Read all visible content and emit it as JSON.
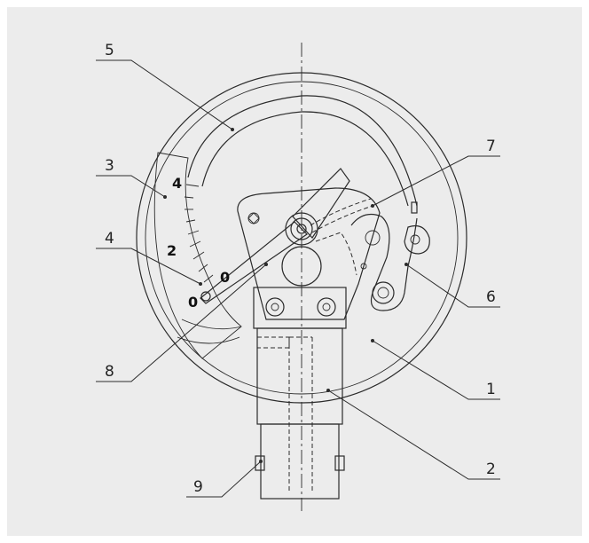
{
  "diagram": {
    "callouts": [
      {
        "id": "1",
        "label": "1"
      },
      {
        "id": "2",
        "label": "2"
      },
      {
        "id": "3",
        "label": "3"
      },
      {
        "id": "4",
        "label": "4"
      },
      {
        "id": "5",
        "label": "5"
      },
      {
        "id": "6",
        "label": "6"
      },
      {
        "id": "7",
        "label": "7"
      },
      {
        "id": "8",
        "label": "8"
      },
      {
        "id": "9",
        "label": "9"
      }
    ],
    "scale_labels": [
      "0",
      "2",
      "4",
      "0"
    ]
  },
  "colors": {
    "background": "#ececec",
    "line": "#2b2b2b",
    "fill": "#ffffff"
  }
}
